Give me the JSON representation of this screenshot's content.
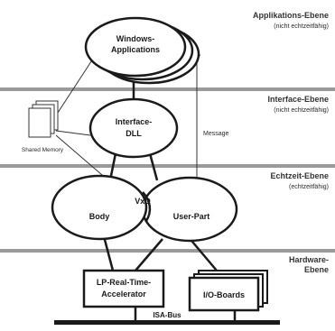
{
  "layers": [
    {
      "title": "Applikations-Ebene",
      "sub": "(nicht echtzeitfähig)"
    },
    {
      "title": "Interface-Ebene",
      "sub": "(nicht echtzeitfähig)"
    },
    {
      "title": "Echtzeit-Ebene",
      "sub": "(echtzeitfähig)"
    },
    {
      "title": "Hardware-",
      "sub": "Ebene"
    }
  ],
  "nodes": {
    "windows_app_line1": "Windows-",
    "windows_app_line2": "Applications",
    "interface_dll_line1": "Interface-",
    "interface_dll_line2": "DLL",
    "vxd": "VxD",
    "body": "Body",
    "user_part": "User-Part",
    "accelerator_line1": "LP-Real-Time-",
    "accelerator_line2": "Accelerator",
    "io_boards": "I/O-Boards",
    "shared_memory": "Shared Memory",
    "message": "Message",
    "isa_bus": "ISA-Bus"
  }
}
